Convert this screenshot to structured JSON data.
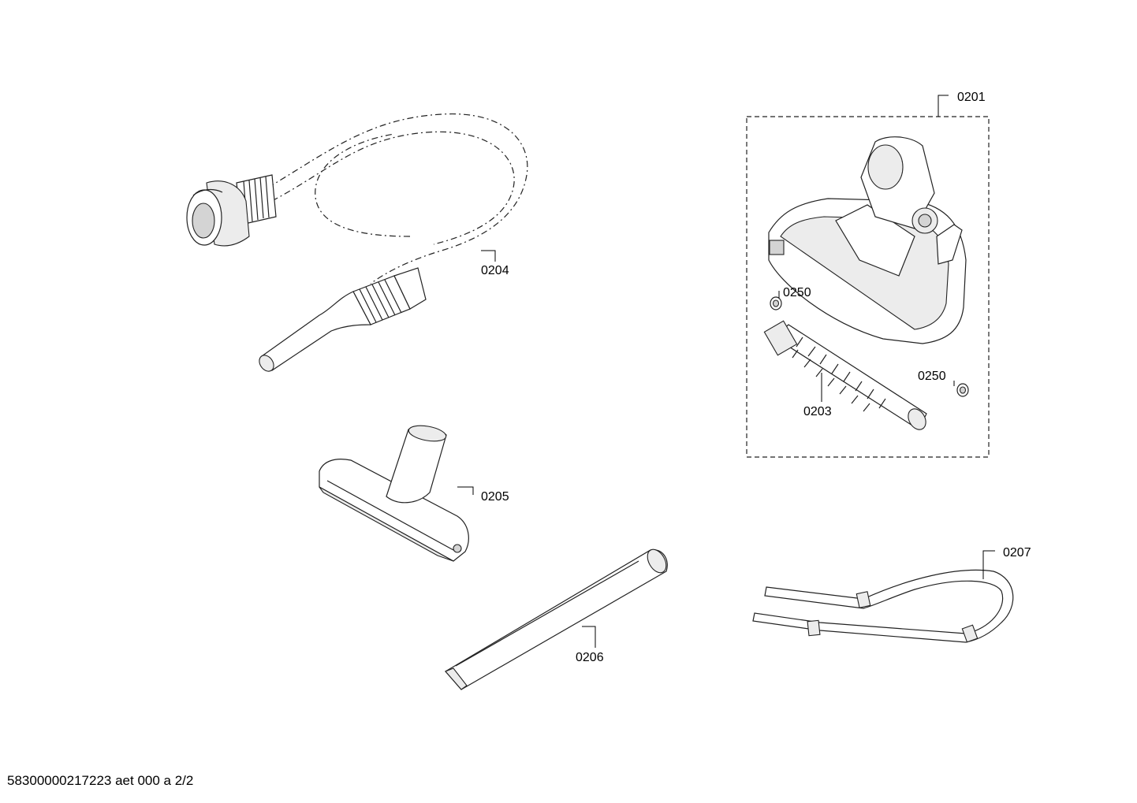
{
  "parts": {
    "p0201": {
      "label": "0201"
    },
    "p0204": {
      "label": "0204"
    },
    "p0250a": {
      "label": "0250"
    },
    "p0250b": {
      "label": "0250"
    },
    "p0203": {
      "label": "0203"
    },
    "p0205": {
      "label": "0205"
    },
    "p0206": {
      "label": "0206"
    },
    "p0207": {
      "label": "0207"
    }
  },
  "footer": {
    "doc_code": "58300000217223 aet 000 a 2/2"
  },
  "colors": {
    "stroke": "#222222",
    "fill": "#ffffff",
    "shade": "#ececec"
  }
}
